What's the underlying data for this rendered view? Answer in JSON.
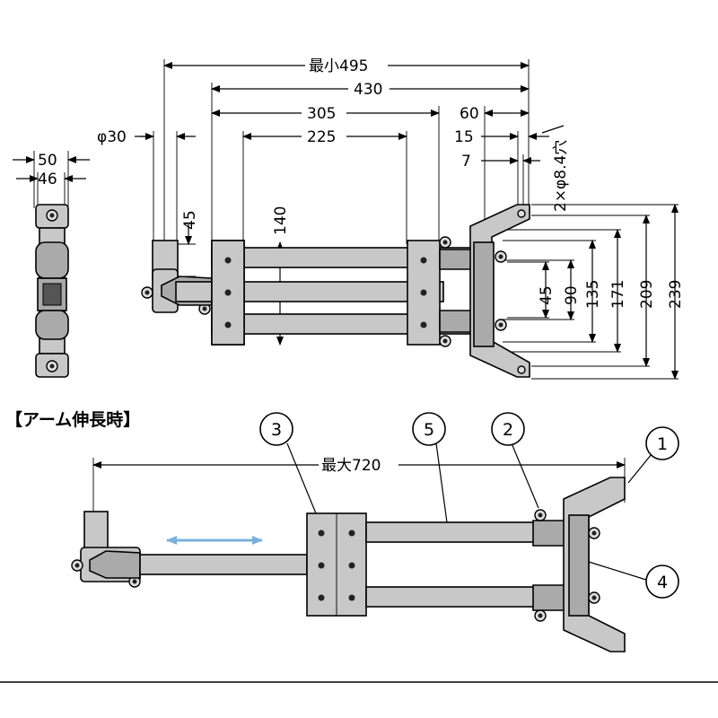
{
  "dimensions": {
    "min_length": "最小495",
    "d430": "430",
    "d305": "305",
    "d225": "225",
    "d60": "60",
    "d15": "15",
    "d7": "7",
    "hole": "2×φ8.4穴",
    "phi30": "φ30",
    "d45_arm": "45",
    "d140": "140",
    "d50": "50",
    "d46": "46",
    "d45": "45",
    "d90": "90",
    "d135": "135",
    "d171": "171",
    "d209": "209",
    "d239": "239",
    "max_length": "最大720"
  },
  "section_title": "【アーム伸長時】",
  "callouts": [
    "1",
    "2",
    "3",
    "4",
    "5"
  ],
  "colors": {
    "part_fill": "#c8c8c8",
    "arrow": "#7ab0de"
  }
}
